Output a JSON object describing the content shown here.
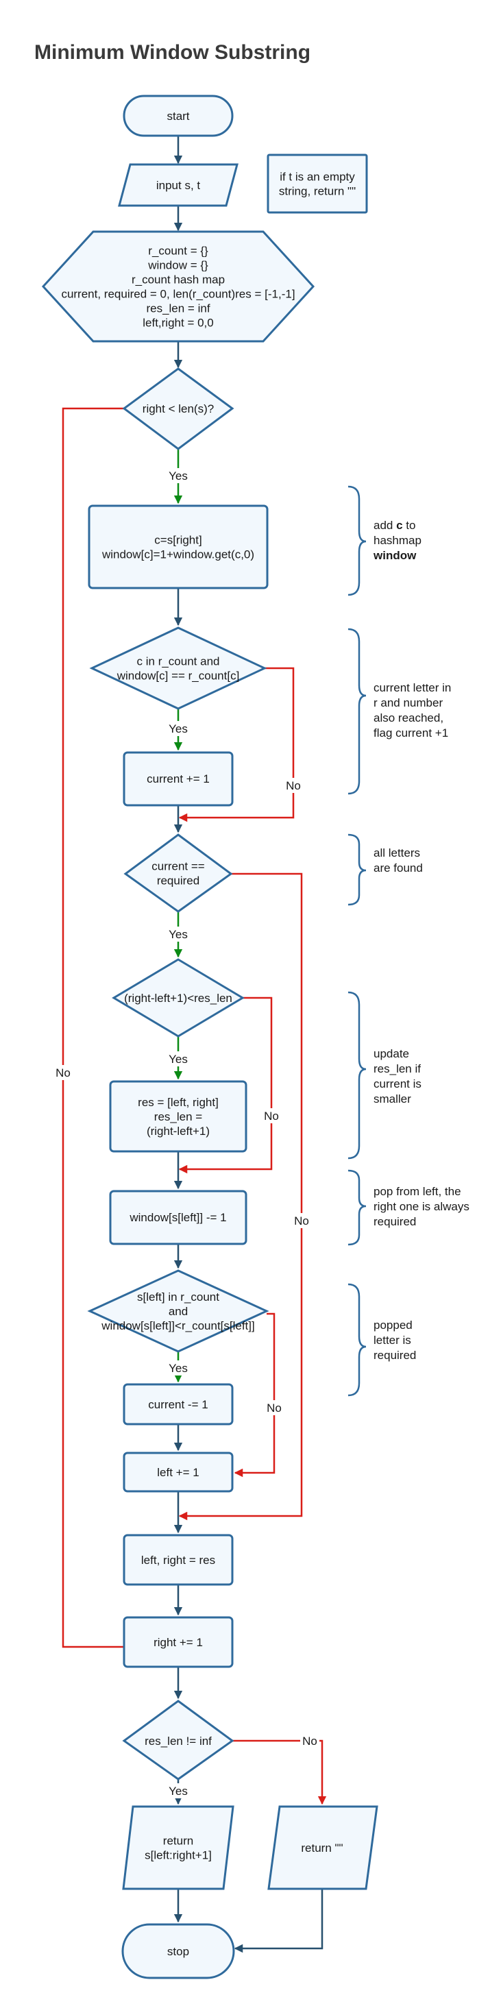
{
  "title": "Minimum Window Substring",
  "colors": {
    "node_border": "#2f6a9c",
    "node_fill": "#f2f8fd",
    "flow": "#27506e",
    "yes": "#0a8a14",
    "no": "#d91e18"
  },
  "nodes": {
    "start": [
      "start"
    ],
    "input": [
      "input s, t"
    ],
    "init": [
      "r_count = {}",
      "window = {}",
      "r_count hash map",
      "current, required = 0, len(r_count)res = [-1,-1]",
      "res_len = inf",
      "left,right = 0,0"
    ],
    "cond_right": [
      "right < len(s)?"
    ],
    "add_char": [
      "c=s[right]",
      "window[c]=1+window.get(c,0)"
    ],
    "cond_match": [
      "c in r_count and",
      "window[c] == r_count[c]"
    ],
    "inc_current": [
      "current += 1"
    ],
    "cond_found": [
      "current ==",
      "required"
    ],
    "cond_smaller": [
      "(right-left+1)<res_len"
    ],
    "update_res": [
      "res = [left, right]",
      "res_len =",
      "(right-left+1)"
    ],
    "pop_left": [
      "window[s[left]] -= 1"
    ],
    "cond_required": [
      "s[left] in r_count",
      "and",
      "window[s[left]]<r_count[s[left]]"
    ],
    "dec_current": [
      "current -= 1"
    ],
    "inc_left": [
      "left += 1"
    ],
    "set_res": [
      "left, right = res"
    ],
    "inc_right": [
      "right += 1"
    ],
    "cond_inf": [
      "res_len != inf"
    ],
    "return_sub": [
      "return",
      "s[left:right+1]"
    ],
    "return_empty": [
      "return \"\""
    ],
    "stop": [
      "stop"
    ]
  },
  "labels": {
    "yes": "Yes",
    "no": "No"
  },
  "notes": {
    "empty_t": [
      "if t is an empty",
      "string, return \"\""
    ],
    "add_c": [
      [
        {
          "t": "add "
        },
        {
          "t": "c",
          "b": true
        },
        {
          "t": " to"
        }
      ],
      [
        {
          "t": "hashmap"
        }
      ],
      [
        {
          "t": "window",
          "b": true
        }
      ]
    ],
    "current_letter": [
      [
        {
          "t": "current letter in"
        }
      ],
      [
        {
          "t": "r and number"
        }
      ],
      [
        {
          "t": "also reached,"
        }
      ],
      [
        {
          "t": "flag current +1"
        }
      ]
    ],
    "all_found": [
      [
        {
          "t": "all letters"
        }
      ],
      [
        {
          "t": "are found"
        }
      ]
    ],
    "update_len": [
      [
        {
          "t": "update"
        }
      ],
      [
        {
          "t": "res_len if"
        }
      ],
      [
        {
          "t": "current is"
        }
      ],
      [
        {
          "t": "smaller"
        }
      ]
    ],
    "pop_note": [
      [
        {
          "t": "pop from left, the"
        }
      ],
      [
        {
          "t": "right one is always"
        }
      ],
      [
        {
          "t": "required"
        }
      ]
    ],
    "popped": [
      [
        {
          "t": "popped"
        }
      ],
      [
        {
          "t": "letter is"
        }
      ],
      [
        {
          "t": "required"
        }
      ]
    ]
  }
}
